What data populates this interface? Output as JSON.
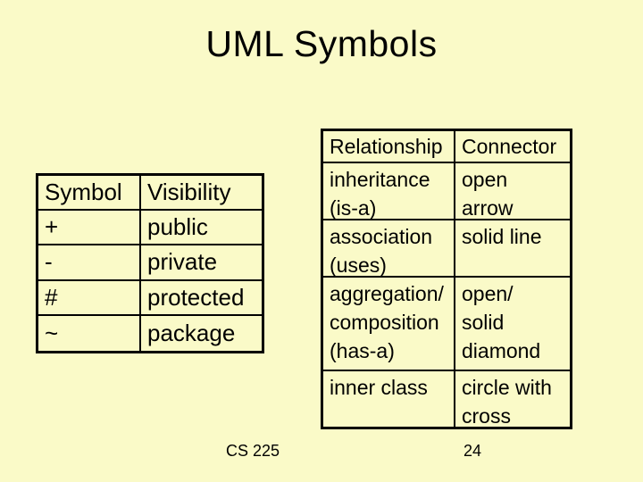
{
  "slide": {
    "title": "UML Symbols",
    "footer_course": "CS 225",
    "page_number": "24",
    "colors": {
      "background": "#FAFAC8",
      "border": "#000000",
      "text": "#000000"
    }
  },
  "visibility_table": {
    "header": {
      "col1": "Symbol",
      "col2": "Visibility"
    },
    "rows": [
      {
        "symbol": "+",
        "visibility": "public"
      },
      {
        "symbol": "-",
        "visibility": "private"
      },
      {
        "symbol": "#",
        "visibility": "protected"
      },
      {
        "symbol": "~",
        "visibility": "package"
      }
    ]
  },
  "relationship_table": {
    "header": {
      "col1": "Relationship",
      "col2": "Connector"
    },
    "rows": [
      {
        "relationship": "inheritance\n(is-a)",
        "connector": "open\narrow"
      },
      {
        "relationship": "association\n(uses)",
        "connector": "solid line"
      },
      {
        "relationship": "aggregation/\ncomposition\n(has-a)",
        "connector": "open/\nsolid\ndiamond"
      },
      {
        "relationship": "inner class",
        "connector": "circle with\ncross"
      }
    ]
  }
}
